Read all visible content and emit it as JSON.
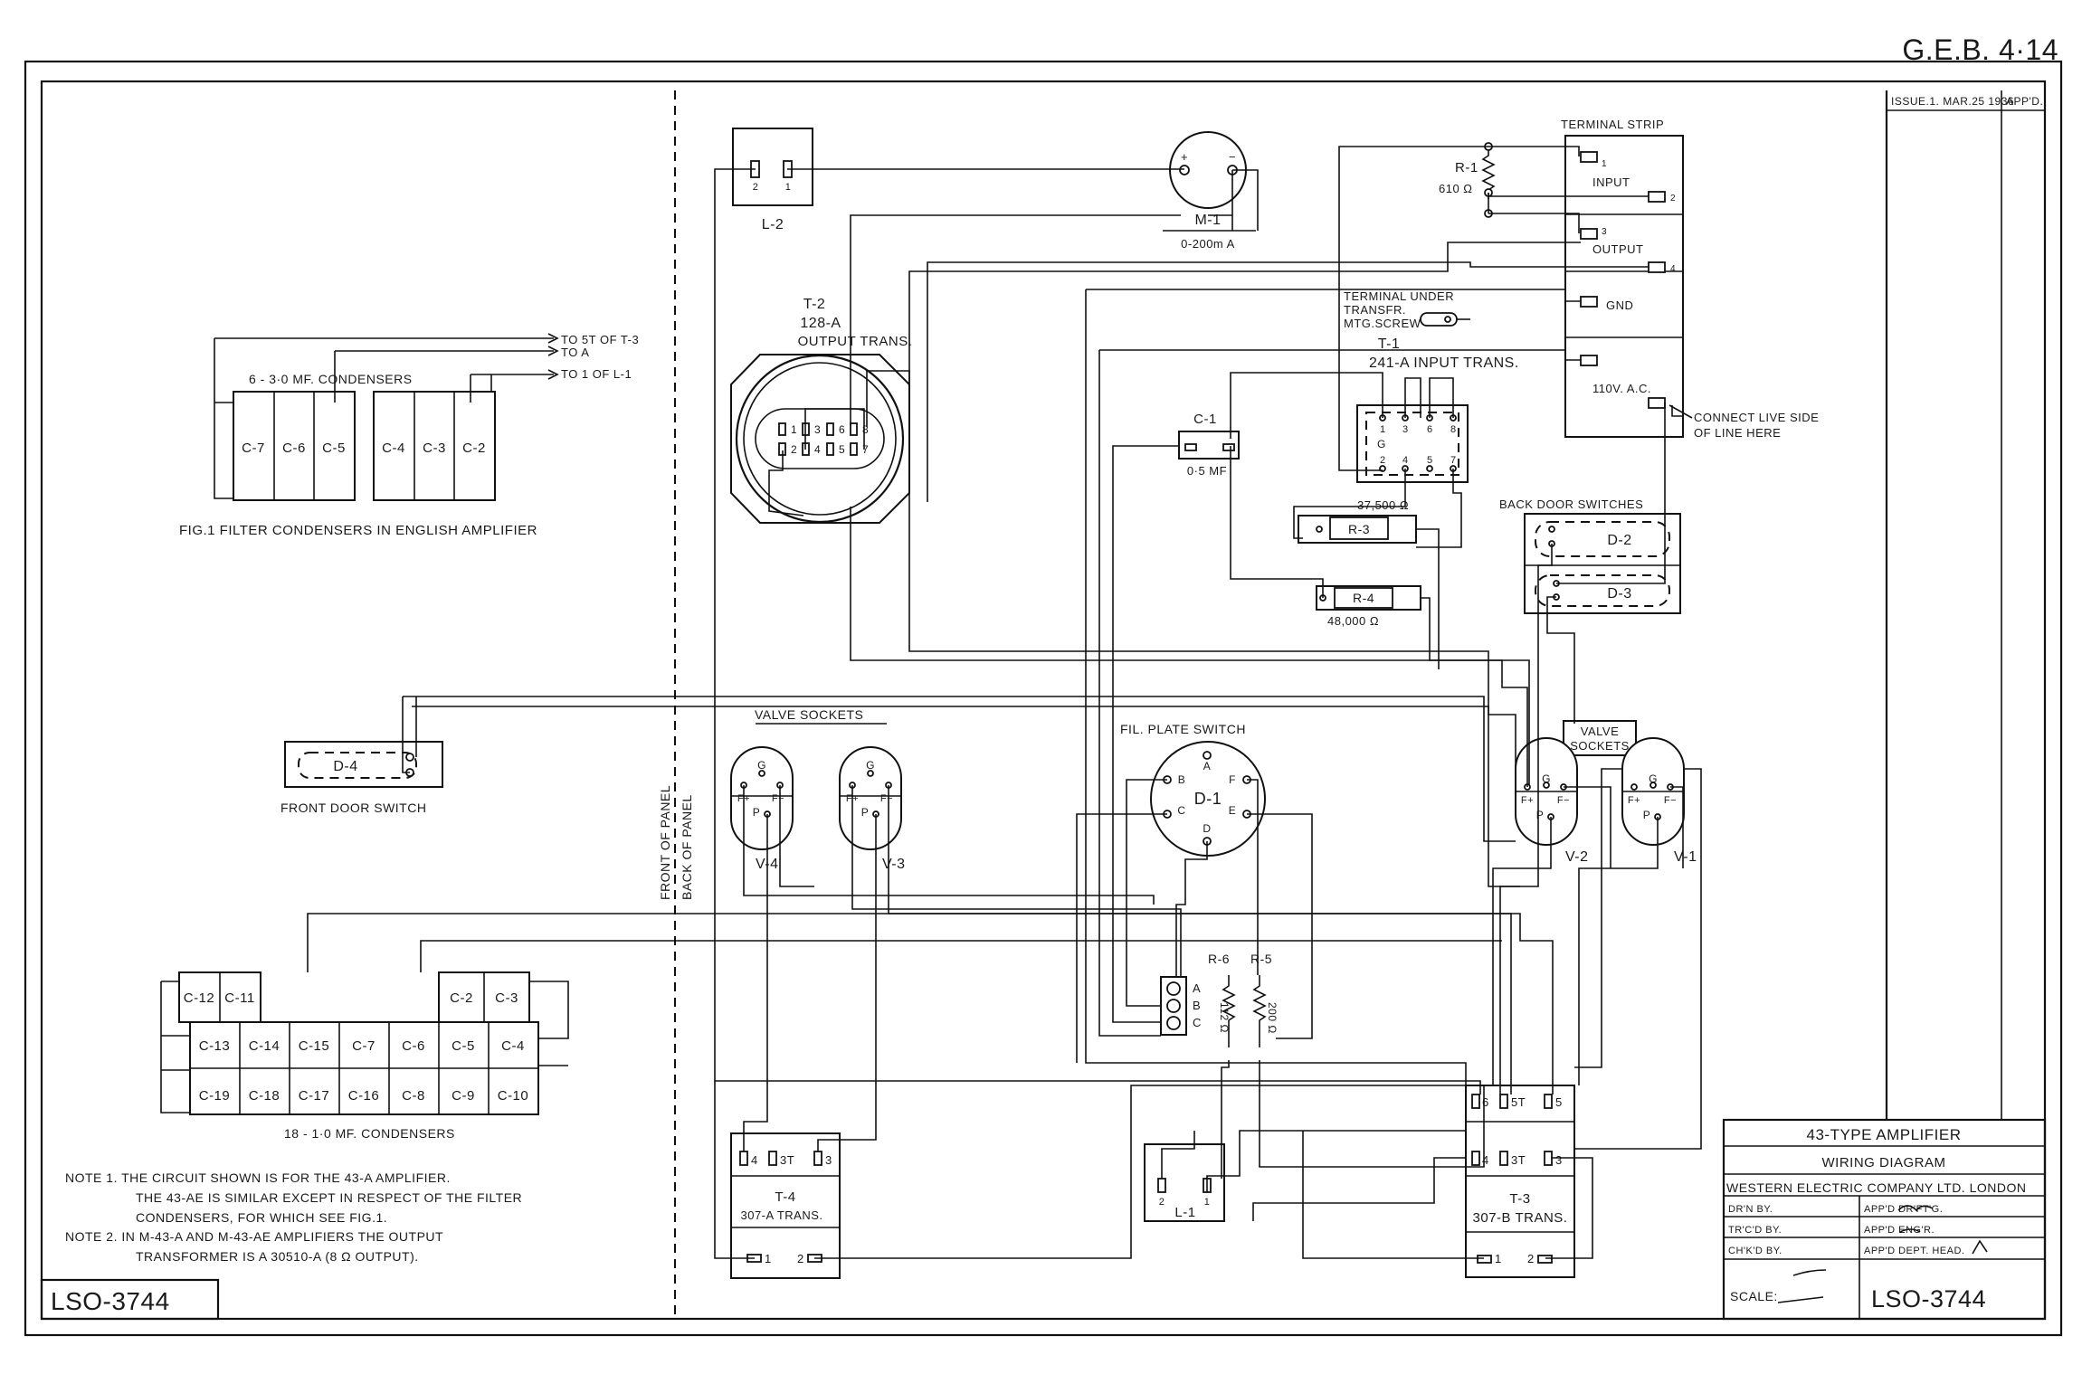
{
  "doc": {
    "top_code": "G.E.B. 4·14",
    "drawing_number": "LSO-3744",
    "issue": "ISSUE.1. MAR.25 1936",
    "appd": "APP'D."
  },
  "title_block": {
    "title": "43-TYPE AMPLIFIER",
    "subtitle": "WIRING DIAGRAM",
    "company": "WESTERN ELECTRIC COMPANY LTD. LONDON",
    "drawn_by": "DR'N BY.",
    "traced_by": "TR'C'D BY.",
    "checked_by": "CH'K'D BY.",
    "appd_drftg": "APP'D DR'FT'G.",
    "appd_engr": "APP'D ENG'R.",
    "appd_dept_head": "APP'D DEPT. HEAD.",
    "scale": "SCALE:",
    "drawing_number": "LSO-3744"
  },
  "notes": {
    "n1a": "NOTE 1.  THE CIRCUIT  SHOWN  IS FOR  THE  43-A  AMPLIFIER.",
    "n1b": "THE 43-AE IS SIMILAR EXCEPT IN RESPECT OF THE FILTER",
    "n1c": "CONDENSERS, FOR WHICH SEE  FIG.1.",
    "n2a": "NOTE 2.  IN M-43-A AND M-43-AE AMPLIFIERS THE OUTPUT",
    "n2b": "TRANSFORMER IS A 30510-A (8 Ω OUTPUT)."
  },
  "fig1": {
    "caption": "FIG.1  FILTER CONDENSERS IN ENGLISH AMPLIFIER",
    "group_label": "6 - 3·0 MF.  CONDENSERS",
    "to1": "TO 5T OF  T-3",
    "to2": "TO A",
    "to3": "TO 1 OF  L-1",
    "caps": [
      "C-7",
      "C-6",
      "C-5",
      "C-4",
      "C-3",
      "C-2"
    ]
  },
  "front_door": {
    "label": "D-4",
    "caption": "FRONT DOOR SWITCH"
  },
  "panel": {
    "front": "FRONT OF PANEL",
    "back": "BACK OF PANEL"
  },
  "condensers18": {
    "caption": "18 - 1·0 MF.  CONDENSERS",
    "top_left": [
      "C-12",
      "C-11"
    ],
    "top_right": [
      "C-2",
      "C-3"
    ],
    "row2": [
      "C-13",
      "C-14",
      "C-15",
      "C-7",
      "C-6",
      "C-5",
      "C-4"
    ],
    "row3": [
      "C-19",
      "C-18",
      "C-17",
      "C-16",
      "C-8",
      "C-9",
      "C-10"
    ]
  },
  "l2": {
    "label": "L-2",
    "t2": "2",
    "t1": "1"
  },
  "m1": {
    "label": "M-1",
    "range": "0-200m A",
    "plus": "+",
    "minus": "−"
  },
  "t2": {
    "name": "T-2",
    "code": "128-A",
    "desc": "OUTPUT  TRANS.",
    "pins": [
      "1",
      "3",
      "6",
      "8",
      "2",
      "4",
      "5",
      "7"
    ]
  },
  "c1": {
    "label": "C-1",
    "value": "0·5 MF"
  },
  "t1": {
    "under": "TERMINAL  UNDER",
    "transfr": "TRANSFR.",
    "screw": "MTG.SCREW",
    "name": "T-1",
    "desc": "241-A  INPUT  TRANS.",
    "g": "G",
    "pins_top": [
      "1",
      "3",
      "6",
      "8"
    ],
    "pins_bot": [
      "2",
      "4",
      "5",
      "7"
    ]
  },
  "r1": {
    "label": "R-1",
    "value": "610 Ω"
  },
  "r3": {
    "label": "R-3",
    "value": "37,500 Ω"
  },
  "r4": {
    "label": "R-4",
    "value": "48,000 Ω"
  },
  "strip": {
    "title": "TERMINAL STRIP",
    "input": "INPUT",
    "output": "OUTPUT",
    "gnd": "GND",
    "ac": "110V. A.C.",
    "n1": "1",
    "n2": "2",
    "n3": "3",
    "n4": "4",
    "live1": "CONNECT LIVE SIDE",
    "live2": "OF LINE HERE"
  },
  "back_doors": {
    "title": "BACK DOOR SWITCHES",
    "d2": "D-2",
    "d3": "D-3"
  },
  "valves_left": {
    "title": "VALVE SOCKETS",
    "v4": "V-4",
    "v3": "V-3"
  },
  "valves_right": {
    "title1": "VALVE",
    "title2": "SOCKETS",
    "v2": "V-2",
    "v1": "V-1"
  },
  "valve_pins": {
    "g": "G",
    "p": "P",
    "fp": "F+",
    "fm": "F−"
  },
  "d1": {
    "title": "FIL. PLATE SWITCH",
    "label": "D-1",
    "a": "A",
    "b": "B",
    "c": "C",
    "d": "D",
    "e": "E",
    "f": "F"
  },
  "r6": {
    "label": "R-6",
    "value": "112 Ω"
  },
  "r5": {
    "label": "R-5",
    "value": "200 Ω"
  },
  "abc": {
    "a": "A",
    "b": "B",
    "c": "C"
  },
  "t4": {
    "name": "T-4",
    "desc": "307-A  TRANS.",
    "p4": "4",
    "p3t": "3T",
    "p3": "3",
    "p1": "1",
    "p2": "2"
  },
  "t3": {
    "name": "T-3",
    "desc": "307-B TRANS.",
    "p6": "6",
    "p5t": "5T",
    "p5": "5",
    "p4": "4",
    "p3t": "3T",
    "p3": "3",
    "p1": "1",
    "p2": "2"
  },
  "l1": {
    "label": "L-1",
    "t2": "2",
    "t1": "1"
  }
}
